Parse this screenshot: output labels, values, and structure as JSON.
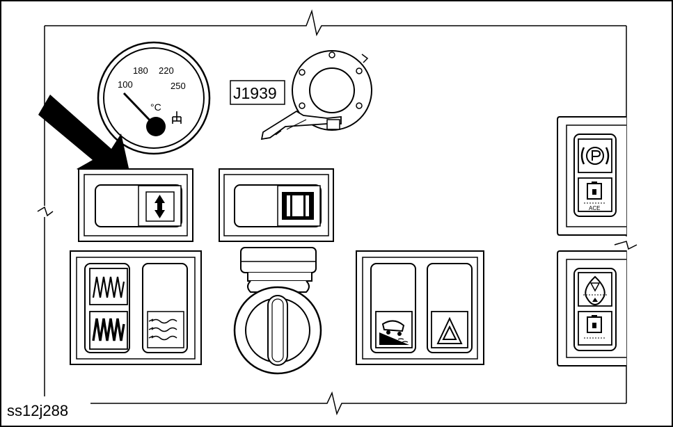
{
  "gauge": {
    "scale": [
      "100",
      "180",
      "220",
      "250"
    ],
    "unit": "°C"
  },
  "connector": {
    "label": "J1939"
  },
  "switches": {
    "ace_label_top": "ACE"
  },
  "reference": "ss12j288",
  "colors": {
    "ink": "#000000",
    "paper": "#ffffff"
  }
}
